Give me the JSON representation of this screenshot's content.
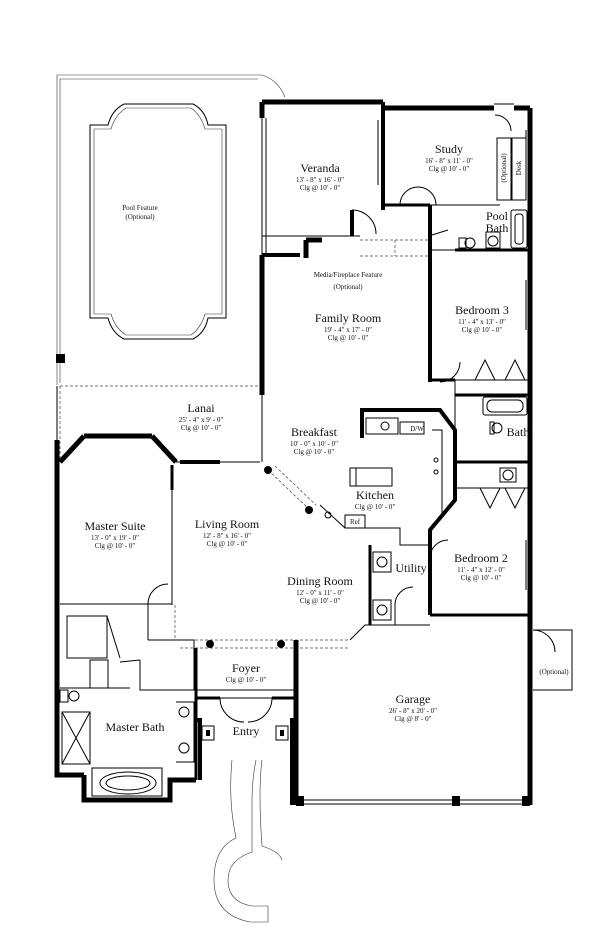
{
  "rooms": {
    "pool": {
      "name": "Pool Feature",
      "note": "(Optional)"
    },
    "veranda": {
      "name": "Veranda",
      "dims": "13' - 8\" x 16' - 0\"",
      "ceiling": "Clg @ 10' - 0\""
    },
    "study": {
      "name": "Study",
      "dims": "16' - 8\" x 11' - 0\"",
      "ceiling": "Clg @ 10' - 0\""
    },
    "desk": {
      "name": "Desk"
    },
    "study_optional": {
      "name": "(Optional)"
    },
    "pool_bath": {
      "line1": "Pool",
      "line2": "Bath"
    },
    "media": {
      "name": "Media/Fireplace Feature",
      "note": "(Optional)"
    },
    "family": {
      "name": "Family Room",
      "dims": "19' - 4\" x 17' - 0\"",
      "ceiling": "Clg @ 10' - 0\""
    },
    "bedroom3": {
      "name": "Bedroom 3",
      "dims": "11' - 4\" x 13' - 0\"",
      "ceiling": "Clg @ 10' - 0\""
    },
    "lanai": {
      "name": "Lanai",
      "dims": "25' - 4\" x 9' - 0\"",
      "ceiling": "Clg @ 10' - 0\""
    },
    "breakfast": {
      "name": "Breakfast",
      "dims": "10' - 0\" x 10' - 0\"",
      "ceiling": "Clg @ 10' - 0\""
    },
    "dw": {
      "name": "D/W"
    },
    "bath": {
      "name": "Bath"
    },
    "kitchen": {
      "name": "Kitchen",
      "ceiling": "Clg @ 10' - 0\""
    },
    "ref": {
      "name": "Ref"
    },
    "master_suite": {
      "name": "Master Suite",
      "dims": "13' - 0\" x 19' - 0\"",
      "ceiling": "Clg @ 10' - 0\""
    },
    "living": {
      "name": "Living Room",
      "dims": "12' - 8\" x 16' - 0\"",
      "ceiling": "Clg @ 10' - 0\""
    },
    "utility": {
      "name": "Utility"
    },
    "bedroom2": {
      "name": "Bedroom 2",
      "dims": "11' - 4\" x 12' - 0\"",
      "ceiling": "Clg @ 10' - 0\""
    },
    "dining": {
      "name": "Dining Room",
      "dims": "12' - 0\" x 11' - 0\"",
      "ceiling": "Clg @ 10' - 0\""
    },
    "foyer": {
      "name": "Foyer",
      "ceiling": "Clg @ 10' - 0\""
    },
    "garage_optional": {
      "name": "(Optional)"
    },
    "garage": {
      "name": "Garage",
      "dims": "26' - 8\" x 20' - 0\"",
      "ceiling": "Clg @ 8' - 0\""
    },
    "master_bath": {
      "name": "Master Bath"
    },
    "entry": {
      "name": "Entry"
    }
  }
}
